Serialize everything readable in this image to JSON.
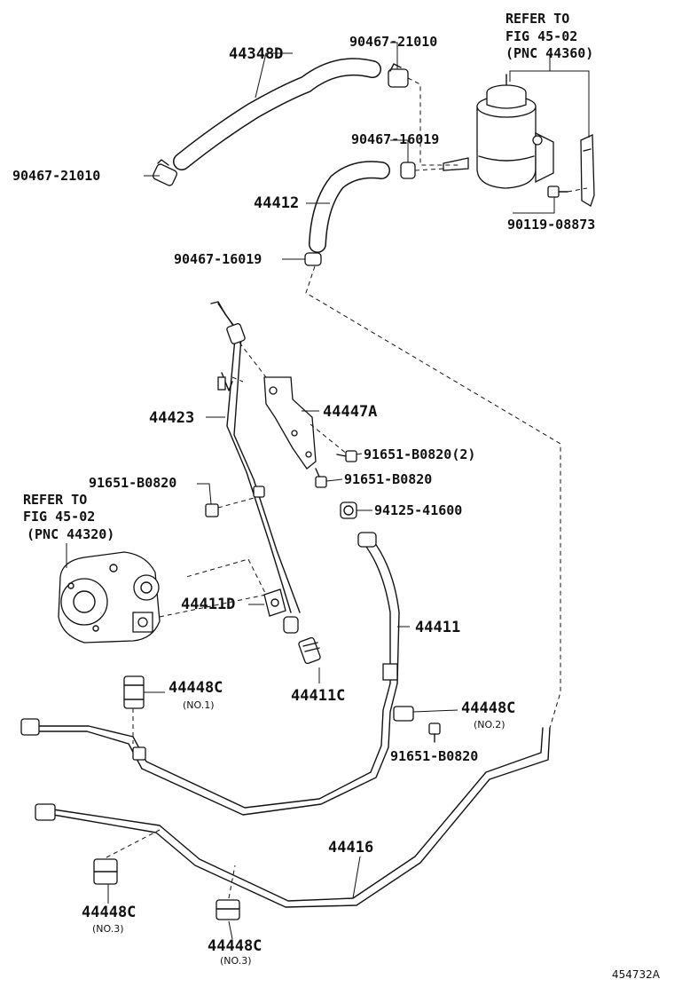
{
  "labels": {
    "refer_reservoir_1": "REFER TO",
    "refer_reservoir_2": "FIG 45-02",
    "refer_reservoir_3": "(PNC 44360)",
    "refer_pump_1": "REFER TO",
    "refer_pump_2": "FIG 45-02",
    "refer_pump_3": "(PNC 44320)",
    "hose_44348d": "44348D",
    "clamp_top": "90467-21010",
    "clamp_left": "90467-21010",
    "clamp_mid": "90467-16019",
    "clamp_low": "90467-16019",
    "hose_44412": "44412",
    "bolt_90119": "90119-08873",
    "pipe_44423": "44423",
    "bracket_44447a": "44447A",
    "bolt_a": "91651-B0820(2)",
    "bolt_b": "91651-B0820",
    "bolt_c": "91651-B0820",
    "nut_94125": "94125-41600",
    "part_44411d": "44411D",
    "hose_44411": "44411",
    "union_44411c": "44411C",
    "clamp_44448c_1": "44448C",
    "clamp_44448c_1_sub": "(NO.1)",
    "clamp_44448c_2": "44448C",
    "clamp_44448c_2_sub": "(NO.2)",
    "bolt_d": "91651-B0820",
    "pipe_44416": "44416",
    "clamp_44448c_3a": "44448C",
    "clamp_44448c_3a_sub": "(NO.3)",
    "clamp_44448c_3b": "44448C",
    "clamp_44448c_3b_sub": "(NO.3)",
    "diagram_code": "454732A"
  },
  "icons": [
    "reservoir-icon",
    "pump-icon",
    "hose-icon",
    "clamp-icon",
    "bolt-icon",
    "bracket-icon",
    "pipe-icon"
  ]
}
